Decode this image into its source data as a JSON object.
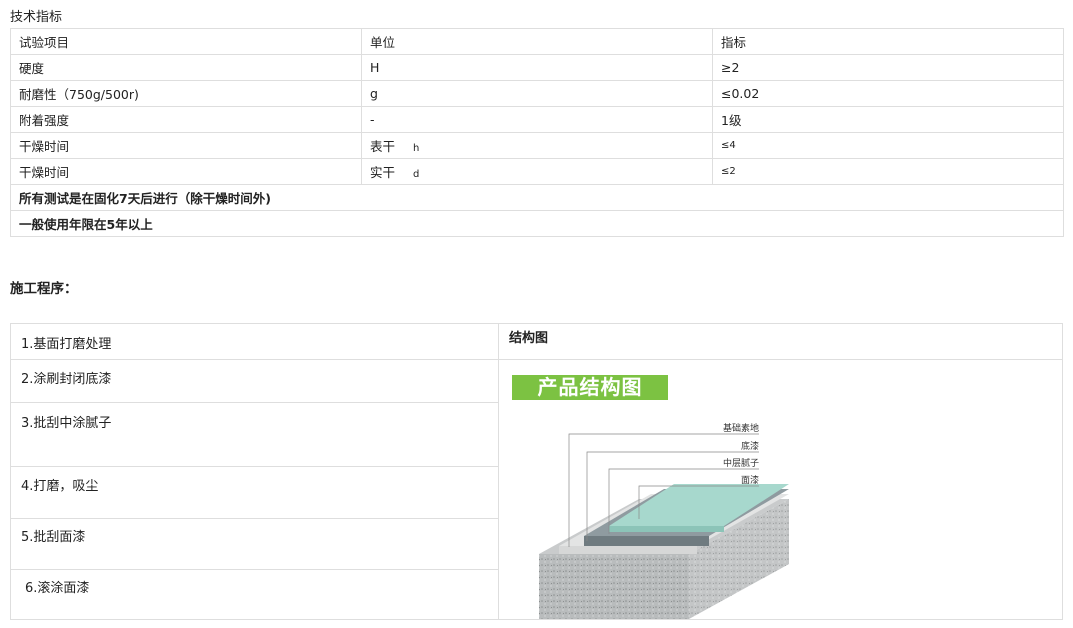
{
  "section_title": "技术指标",
  "spec_table": {
    "headers": [
      "试验项目",
      "单位",
      "指标"
    ],
    "rows": [
      {
        "item": "硬度",
        "unit": "H",
        "unit_suffix": "",
        "value": "≥2"
      },
      {
        "item": "耐磨性（750g/500r)",
        "unit": "g",
        "unit_suffix": "",
        "value": "≤0.02"
      },
      {
        "item": "附着强度",
        "unit": "-",
        "unit_suffix": "",
        "value": "1级"
      },
      {
        "item": "干燥时间",
        "unit": "表干",
        "unit_suffix": "h",
        "value": "≤4"
      },
      {
        "item": "干燥时间",
        "unit": "实干",
        "unit_suffix": "d",
        "value": "≤2"
      }
    ],
    "notes": [
      "所有测试是在固化7天后进行（除干燥时间外)",
      "一般使用年限在5年以上"
    ]
  },
  "procedure_title": "施工程序：",
  "steps": [
    "1.基面打磨处理",
    "2.涂刷封闭底漆",
    "3.批刮中涂腻子",
    "4.打磨，吸尘",
    "5.批刮面漆",
    "6.滚涂面漆"
  ],
  "structure": {
    "header": "结构图",
    "banner": "产品结构图",
    "layers": [
      "基础素地",
      "底漆",
      "中层腻子",
      "面漆"
    ]
  },
  "colors": {
    "banner_green": "#7cc242",
    "top_coat": "#a7d8cd",
    "border": "#dedede"
  }
}
